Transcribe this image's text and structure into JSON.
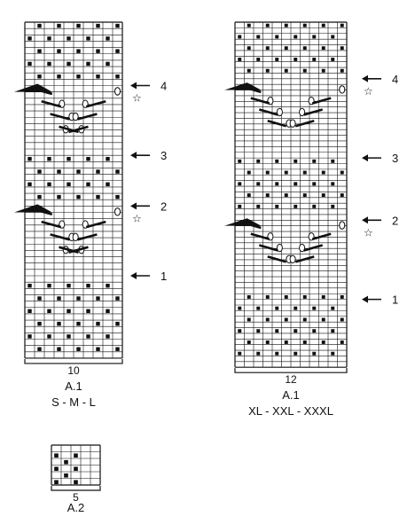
{
  "colors": {
    "ink": "#111111",
    "paper": "#ffffff"
  },
  "charts": [
    {
      "id": "a1-small",
      "columns": 10,
      "rows": 53,
      "width_label": "10",
      "chart_label": "A.1",
      "size_label": "S - M - L",
      "solid_rows": [
        1,
        2,
        3,
        4,
        5,
        6,
        7,
        8,
        9,
        10,
        11,
        12,
        13,
        14,
        15,
        16,
        17,
        18,
        19,
        20,
        21,
        22,
        23,
        24,
        25,
        26,
        27,
        28,
        29,
        30,
        31,
        32,
        33,
        34,
        35,
        36,
        37,
        38,
        39,
        40,
        41,
        42,
        43,
        44,
        45,
        46,
        47,
        48,
        49,
        50,
        51,
        52,
        53
      ],
      "dot_rows": [
        {
          "row": 1,
          "cols": [
            2,
            4,
            6,
            8,
            10
          ]
        },
        {
          "row": 3,
          "cols": [
            1,
            3,
            5,
            7,
            9
          ]
        },
        {
          "row": 5,
          "cols": [
            2,
            4,
            6,
            8,
            10
          ]
        },
        {
          "row": 7,
          "cols": [
            1,
            3,
            5,
            7,
            9
          ]
        },
        {
          "row": 9,
          "cols": [
            2,
            4,
            6,
            8,
            10
          ]
        },
        {
          "row": 22,
          "cols": [
            1,
            3,
            5,
            7,
            9
          ]
        },
        {
          "row": 24,
          "cols": [
            2,
            4,
            6,
            8,
            10
          ]
        },
        {
          "row": 26,
          "cols": [
            1,
            3,
            5,
            7,
            9
          ]
        },
        {
          "row": 28,
          "cols": [
            2,
            4,
            6,
            8,
            10
          ]
        },
        {
          "row": 42,
          "cols": [
            1,
            3,
            5,
            7,
            9
          ]
        },
        {
          "row": 44,
          "cols": [
            2,
            4,
            6,
            8,
            10
          ]
        },
        {
          "row": 46,
          "cols": [
            1,
            3,
            5,
            7,
            9
          ]
        },
        {
          "row": 48,
          "cols": [
            2,
            4,
            6,
            8,
            10
          ]
        },
        {
          "row": 50,
          "cols": [
            1,
            3,
            5,
            7,
            9
          ]
        },
        {
          "row": 52,
          "cols": [
            2,
            4,
            6,
            8,
            10
          ]
        }
      ],
      "markers": [
        {
          "row": 11,
          "text": "4",
          "star": true
        },
        {
          "row": 22,
          "text": "3",
          "star": false
        },
        {
          "row": 30,
          "text": "2",
          "star": true
        },
        {
          "row": 41,
          "text": "1",
          "star": false
        }
      ],
      "lace_repeats": [
        {
          "top_row": 11
        },
        {
          "top_row": 30
        }
      ]
    },
    {
      "id": "a1-large",
      "columns": 12,
      "rows": 61,
      "width_label": "12",
      "chart_label": "A.1",
      "size_label": "XL - XXL - XXXL",
      "dot_rows": [
        {
          "row": 1,
          "cols": [
            2,
            4,
            6,
            8,
            10,
            12
          ]
        },
        {
          "row": 3,
          "cols": [
            1,
            3,
            5,
            7,
            9,
            11
          ]
        },
        {
          "row": 5,
          "cols": [
            2,
            4,
            6,
            8,
            10,
            12
          ]
        },
        {
          "row": 7,
          "cols": [
            1,
            3,
            5,
            7,
            9,
            11
          ]
        },
        {
          "row": 9,
          "cols": [
            2,
            4,
            6,
            8,
            10,
            12
          ]
        },
        {
          "row": 25,
          "cols": [
            1,
            3,
            5,
            7,
            9,
            11
          ]
        },
        {
          "row": 27,
          "cols": [
            2,
            4,
            6,
            8,
            10,
            12
          ]
        },
        {
          "row": 29,
          "cols": [
            1,
            3,
            5,
            7,
            9,
            11
          ]
        },
        {
          "row": 31,
          "cols": [
            2,
            4,
            6,
            8,
            10,
            12
          ]
        },
        {
          "row": 33,
          "cols": [
            1,
            3,
            5,
            7,
            9,
            11
          ]
        },
        {
          "row": 49,
          "cols": [
            2,
            4,
            6,
            8,
            10,
            12
          ]
        },
        {
          "row": 51,
          "cols": [
            1,
            3,
            5,
            7,
            9,
            11
          ]
        },
        {
          "row": 53,
          "cols": [
            2,
            4,
            6,
            8,
            10,
            12
          ]
        },
        {
          "row": 55,
          "cols": [
            1,
            3,
            5,
            7,
            9,
            11
          ]
        },
        {
          "row": 57,
          "cols": [
            2,
            4,
            6,
            8,
            10,
            12
          ]
        },
        {
          "row": 59,
          "cols": [
            1,
            3,
            5,
            7,
            9,
            11
          ]
        }
      ],
      "markers": [
        {
          "row": 11,
          "text": "4",
          "star": true
        },
        {
          "row": 25,
          "text": "3",
          "star": false
        },
        {
          "row": 36,
          "text": "2",
          "star": true
        },
        {
          "row": 50,
          "text": "1",
          "star": false
        }
      ],
      "lace_repeats": [
        {
          "top_row": 12
        },
        {
          "top_row": 36
        }
      ]
    },
    {
      "id": "a2",
      "columns": 5,
      "rows": 6,
      "width_label": "5",
      "chart_label": "A.2",
      "size_label": "",
      "dot_rows": [
        {
          "row": 2,
          "cols": [
            1,
            3
          ]
        },
        {
          "row": 3,
          "cols": [
            2
          ]
        },
        {
          "row": 4,
          "cols": [
            1,
            3
          ]
        },
        {
          "row": 5,
          "cols": [
            2
          ]
        },
        {
          "row": 6,
          "cols": [
            1,
            3
          ]
        }
      ],
      "markers": [],
      "lace_repeats": []
    }
  ]
}
